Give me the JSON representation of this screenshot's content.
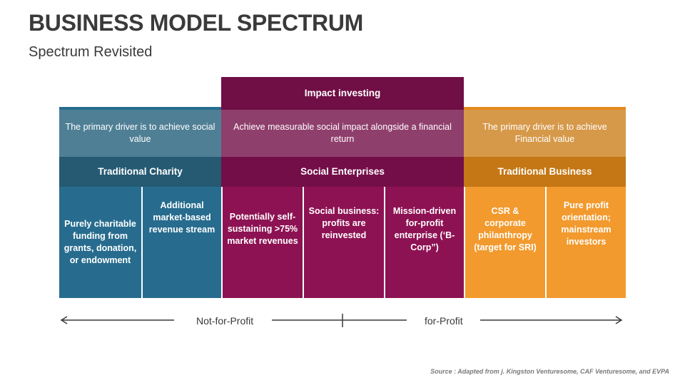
{
  "slide": {
    "title": "BUSINESS MODEL SPECTRUM",
    "subtitle": "Spectrum Revisited",
    "source": "Source : Adapted from j. Kingston Venturesome, CAF Venturesome, and EVPA"
  },
  "impact": {
    "label": "Impact investing"
  },
  "columns": [
    {
      "driver": "The primary driver is to achieve social value",
      "heading": "Traditional Charity",
      "items": [
        "Purely charitable funding from grants, donation, or endowment",
        "Additional market-based revenue stream"
      ]
    },
    {
      "driver": "Achieve measurable social impact alongside a financial return",
      "heading": "Social Enterprises",
      "items": [
        "Potentially self-sustaining >75% market revenues",
        "Social business: profits are reinvested",
        "Mission-driven for-profit enterprise (‘B-Corp”)"
      ]
    },
    {
      "driver": "The primary driver is to achieve Financial value",
      "heading": "Traditional Business",
      "items": [
        "CSR & corporate philanthropy (target for SRI)",
        "Pure profit orientation; mainstream investors"
      ]
    }
  ],
  "axis": {
    "left_label": "Not-for-Profit",
    "right_label": "for-Profit"
  },
  "colors": {
    "charity": "#276c8e",
    "social_enterprise": "#8d1253",
    "business": "#f29a2e"
  }
}
